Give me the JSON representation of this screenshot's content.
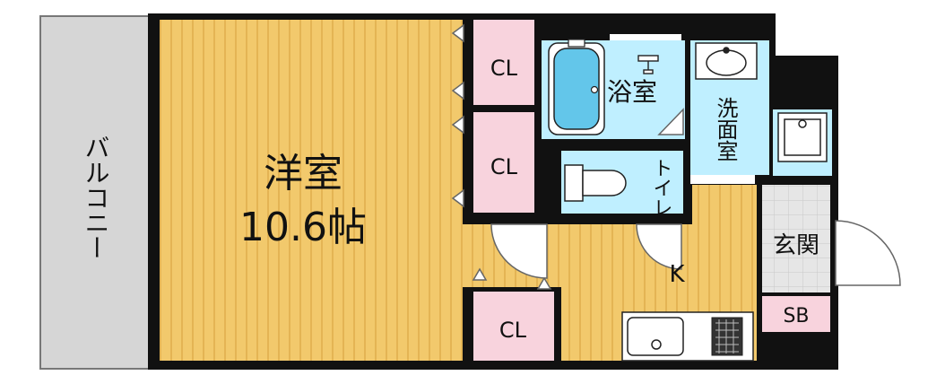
{
  "rooms": {
    "western_room": {
      "name": "洋室",
      "size": "10.6帖"
    },
    "balcony": "バルコニー",
    "closet_upper": "CL",
    "closet_middle": "CL",
    "closet_lower": "CL",
    "bathroom": "浴室",
    "toilet": "トイレ",
    "washroom": "洗面室",
    "entrance": "玄関",
    "kitchen": "K",
    "shoe_box": "SB"
  },
  "colors": {
    "wall": "#111111",
    "floor_wood": "#f2c96c",
    "floor_wood_lines": "#dfae4c",
    "closet": "#f8d3dd",
    "wet_area": "#bfefff",
    "balcony": "#d6d6d6",
    "entrance_tile": "#e6e6e6",
    "bathtub": "#63c6ea"
  },
  "icons": [
    "bathtub-icon",
    "faucet-icon",
    "toilet-icon",
    "washbasin-icon",
    "washing-machine-pan-icon",
    "sink-icon",
    "stove-icon"
  ]
}
